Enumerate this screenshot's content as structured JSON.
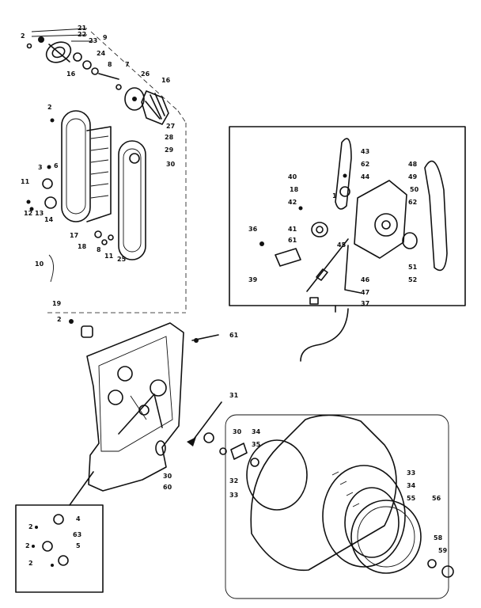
{
  "labels": {
    "l21": "21",
    "l22": "22",
    "l23": "23",
    "l9": "9",
    "l24": "24",
    "l8": "8",
    "l7": "7",
    "l16a": "16",
    "l26": "26",
    "l16b": "16",
    "l27": "27",
    "l2a": "2",
    "l2b": "2",
    "l28": "28",
    "l29": "29",
    "l30a": "30",
    "l3": "3",
    "l6": "6",
    "l11a": "11",
    "l12": "12",
    "l13": "13",
    "l14": "14",
    "l17": "17",
    "l18a": "18",
    "l25": "25",
    "l8b": "8",
    "l11b": "11",
    "l10": "10",
    "l19": "19",
    "l2c": "2",
    "l61a": "61",
    "l43": "43",
    "l62a": "62",
    "l44": "44",
    "l48": "48",
    "l40": "40",
    "l18b": "18",
    "l49": "49",
    "l42": "42",
    "l50": "50",
    "l1": "1",
    "l62b": "62",
    "l36": "36",
    "l41": "41",
    "l61b": "61",
    "l45": "45",
    "l39": "39",
    "l46": "46",
    "l51": "51",
    "l52": "52",
    "l47": "47",
    "l37": "37",
    "l31": "31",
    "l30b": "30",
    "l34a": "34",
    "l35": "35",
    "l32": "32",
    "l33a": "33",
    "l30c": "30",
    "l60": "60",
    "l33b": "33",
    "l34b": "34",
    "l55": "55",
    "l56": "56",
    "l58": "58",
    "l59": "59",
    "l4": "4",
    "l63": "63",
    "l5": "5",
    "l2d": "2",
    "l2e": "2",
    "l2f": "2"
  }
}
